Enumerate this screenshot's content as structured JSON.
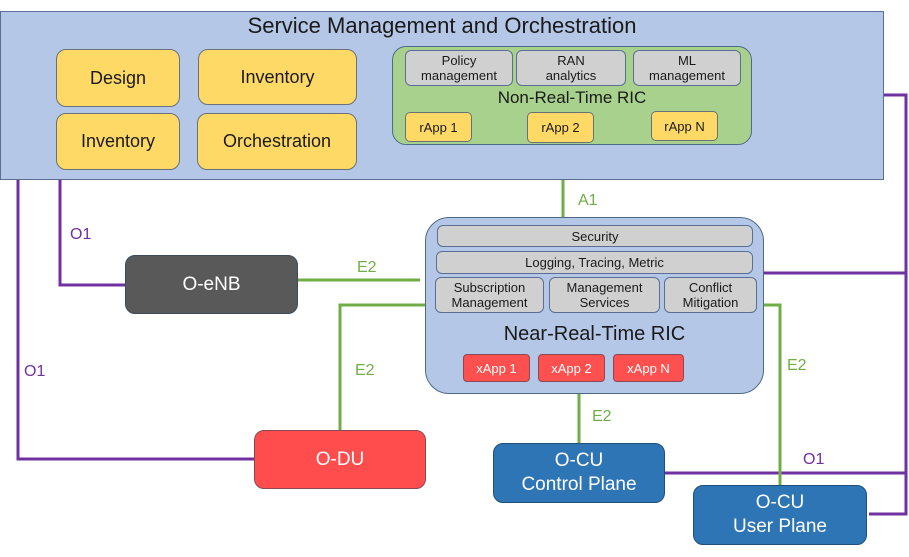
{
  "smo": {
    "title": "Service Management and Orchestration",
    "boxes": [
      "Design",
      "Inventory",
      "Inventory",
      "Orchestration"
    ]
  },
  "non_rt_ric": {
    "title": "Non-Real-Time RIC",
    "functions": [
      {
        "line1": "Policy",
        "line2": "management"
      },
      {
        "line1": "RAN",
        "line2": "analytics"
      },
      {
        "line1": "ML",
        "line2": "management"
      }
    ],
    "rapps": [
      "rApp 1",
      "rApp 2",
      "rApp N"
    ]
  },
  "near_rt_ric": {
    "title": "Near-Real-Time RIC",
    "security": "Security",
    "logging": "Logging, Tracing, Metric",
    "functions": [
      {
        "line1": "Subscription",
        "line2": "Management"
      },
      {
        "line1": "Management",
        "line2": "Services"
      },
      {
        "line1": "Conflict",
        "line2": "Mitigation"
      }
    ],
    "xapps": [
      "xApp 1",
      "xApp 2",
      "xApp N"
    ]
  },
  "nodes": {
    "o_enb": "O-eNB",
    "o_du": "O-DU",
    "o_cu_cp": {
      "line1": "O-CU",
      "line2": "Control Plane"
    },
    "o_cu_up": {
      "line1": "O-CU",
      "line2": "User Plane"
    }
  },
  "interfaces": {
    "a1": "A1",
    "e2_enb": "E2",
    "e2_du": "E2",
    "e2_cp": "E2",
    "e2_up": "E2",
    "o1_enb": "O1",
    "o1_du": "O1",
    "o1_cu": "O1"
  },
  "colors": {
    "smo_bg": "#b4c7e7",
    "yellow": "#ffd966",
    "non_rt_bg": "#a9d18e",
    "gray": "#d0d0d0",
    "xapp_red": "#ff5050",
    "o_enb": "#595959",
    "o_du": "#ff4d4d",
    "o_cu": "#2e75b6",
    "e2_green": "#70ad47",
    "o1_purple": "#7030a0"
  }
}
